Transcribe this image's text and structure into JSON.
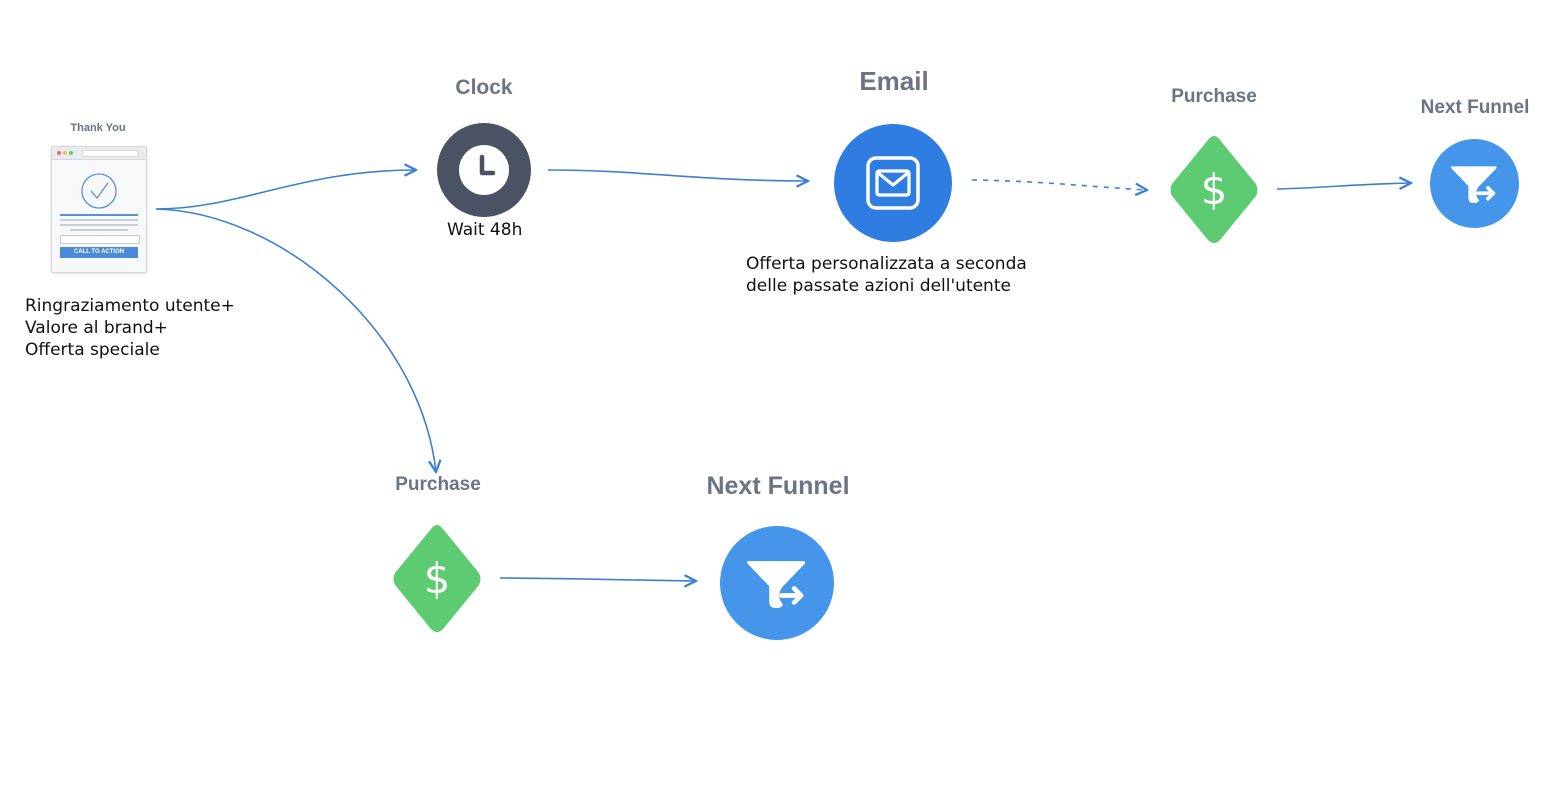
{
  "nodes": {
    "thank_you": {
      "title": "Thank You",
      "cta_label": "CALL TO ACTION",
      "caption": [
        "Ringraziamento utente+",
        "Valore al brand+",
        "Offerta speciale"
      ]
    },
    "clock": {
      "title": "Clock",
      "caption": "Wait 48h",
      "icon": "clock-icon"
    },
    "email": {
      "title": "Email",
      "caption": [
        "Offerta personalizzata a seconda",
        "delle passate azioni dell'utente"
      ],
      "icon": "envelope-icon"
    },
    "purchase_top": {
      "title": "Purchase",
      "icon": "dollar-icon"
    },
    "next_funnel_top": {
      "title": "Next Funnel",
      "icon": "funnel-icon"
    },
    "purchase_bottom": {
      "title": "Purchase",
      "icon": "dollar-icon"
    },
    "next_funnel_bottom": {
      "title": "Next Funnel",
      "icon": "funnel-icon"
    }
  },
  "colors": {
    "connector": "#3d7fd6",
    "clock_bg": "#4b5264",
    "email_bg": "#2f7de1",
    "purchase_bg": "#5dcb72",
    "funnel_bg": "#4596ea",
    "title_text": "#6b7385"
  },
  "edges": [
    {
      "from": "thank_you",
      "to": "clock",
      "style": "solid"
    },
    {
      "from": "thank_you",
      "to": "purchase_bottom",
      "style": "solid"
    },
    {
      "from": "clock",
      "to": "email",
      "style": "solid"
    },
    {
      "from": "email",
      "to": "purchase_top",
      "style": "dashed"
    },
    {
      "from": "purchase_top",
      "to": "next_funnel_top",
      "style": "solid"
    },
    {
      "from": "purchase_bottom",
      "to": "next_funnel_bottom",
      "style": "solid"
    }
  ]
}
